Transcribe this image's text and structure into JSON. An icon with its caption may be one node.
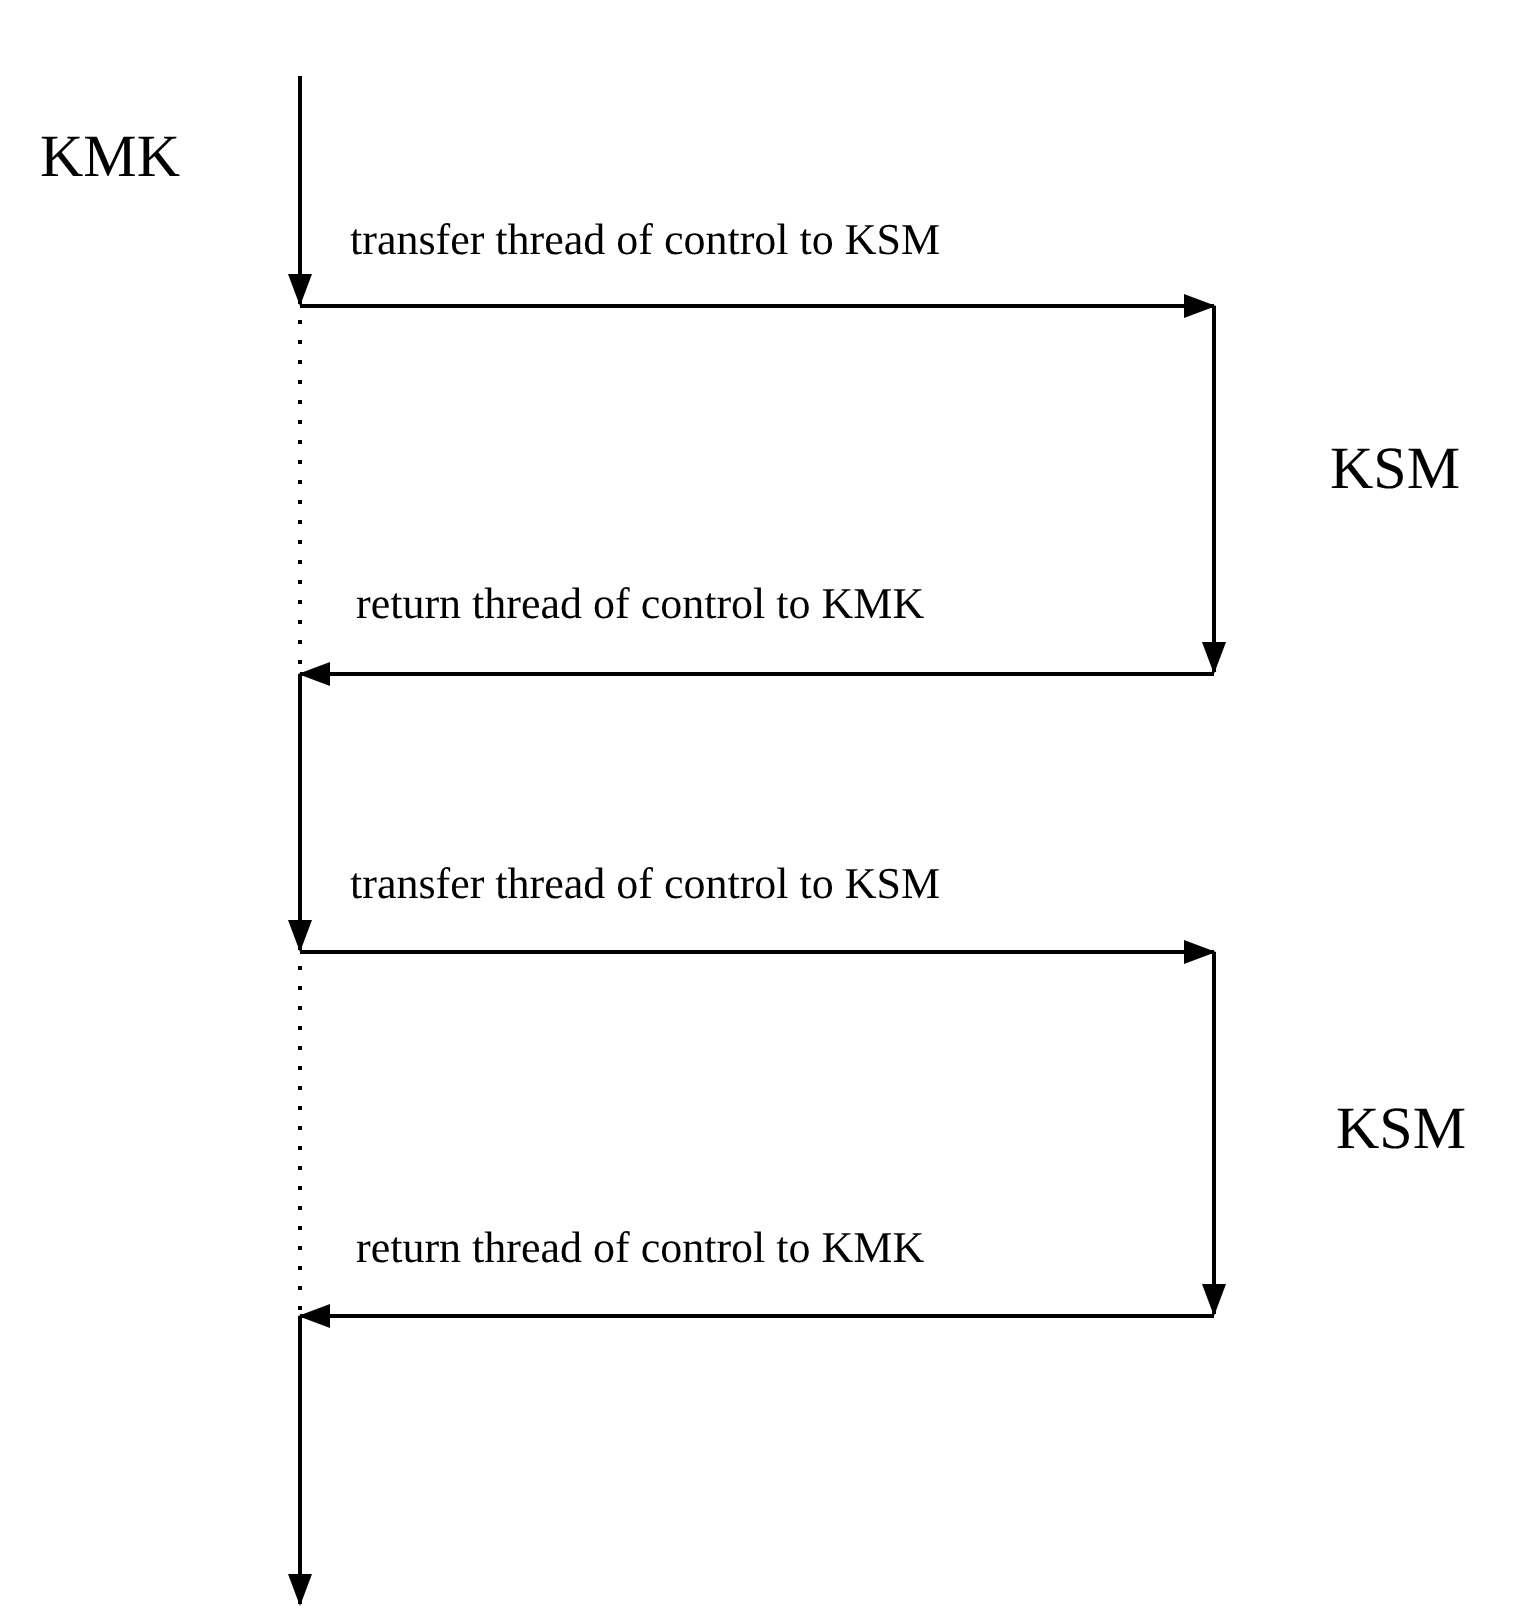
{
  "diagram": {
    "labels": [
      "KMK",
      "transfer thread of control to KSM",
      "KSM",
      "return thread of control to KMK",
      "transfer thread of control to KSM",
      "KSM",
      "return thread of control to KMK"
    ]
  }
}
